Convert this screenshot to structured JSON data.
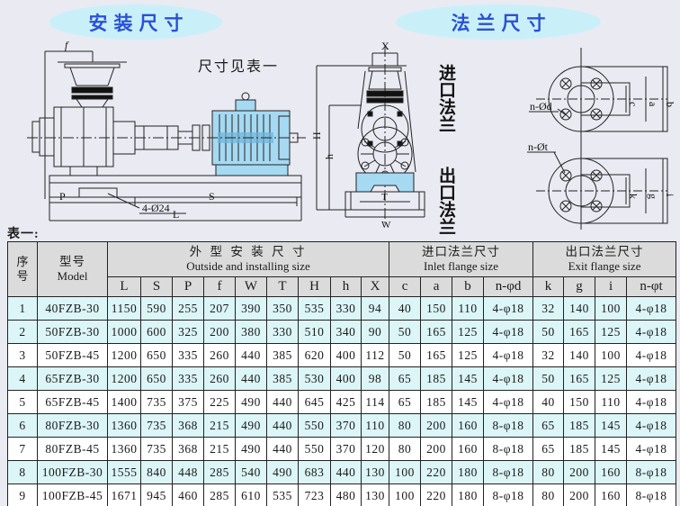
{
  "banners": {
    "left_label": "安装尺寸",
    "right_label": "法兰尺寸"
  },
  "drawing_notes": {
    "see_table": "尺寸见表一",
    "bolt_side": "4-Ø24"
  },
  "side_view": {
    "dims": {
      "f": "f",
      "P": "P",
      "S": "S",
      "L": "L"
    }
  },
  "front_view": {
    "dims": {
      "X": "X",
      "H": "H",
      "h": "h",
      "T": "T",
      "W": "W"
    }
  },
  "flanges": {
    "inlet": {
      "title": "进口法兰",
      "bolt_label": "n-Ød",
      "dims": [
        "c",
        "a",
        "b"
      ]
    },
    "outlet": {
      "title": "出口法兰",
      "bolt_label": "n-Øt",
      "dims": [
        "k",
        "g",
        "i"
      ]
    }
  },
  "table": {
    "caption": "表一:",
    "header": {
      "no": "序号",
      "model_zh": "型号",
      "model_en": "Model",
      "outside_zh": "外 型 安 装 尺 寸",
      "outside_en": "Outside and installing size",
      "inlet_zh": "进口法兰尺寸",
      "inlet_en": "Inlet flange size",
      "exit_zh": "出口法兰尺寸",
      "exit_en": "Exit flange size",
      "outside_cols": [
        "L",
        "S",
        "P",
        "f",
        "W",
        "T",
        "H",
        "h",
        "X"
      ],
      "inlet_cols": [
        "c",
        "a",
        "b",
        "n-φd"
      ],
      "exit_cols": [
        "k",
        "g",
        "i",
        "n-φt"
      ]
    },
    "rows": [
      {
        "no": "1",
        "model": "40FZB-30",
        "shaded": true,
        "values": [
          "1150",
          "590",
          "255",
          "207",
          "390",
          "350",
          "535",
          "330",
          "94",
          "40",
          "150",
          "110",
          "4-φ18",
          "32",
          "140",
          "100",
          "4-φ18"
        ]
      },
      {
        "no": "2",
        "model": "50FZB-30",
        "shaded": true,
        "values": [
          "1000",
          "600",
          "325",
          "200",
          "380",
          "330",
          "510",
          "340",
          "90",
          "50",
          "165",
          "125",
          "4-φ18",
          "50",
          "165",
          "125",
          "4-φ18"
        ]
      },
      {
        "no": "3",
        "model": "50FZB-45",
        "shaded": false,
        "values": [
          "1200",
          "650",
          "335",
          "260",
          "440",
          "385",
          "620",
          "400",
          "112",
          "50",
          "165",
          "125",
          "4-φ18",
          "32",
          "140",
          "100",
          "4-φ18"
        ]
      },
      {
        "no": "4",
        "model": "65FZB-30",
        "shaded": true,
        "values": [
          "1200",
          "650",
          "335",
          "260",
          "440",
          "385",
          "530",
          "400",
          "98",
          "65",
          "185",
          "145",
          "4-φ18",
          "50",
          "165",
          "125",
          "4-φ18"
        ]
      },
      {
        "no": "5",
        "model": "65FZB-45",
        "shaded": false,
        "values": [
          "1400",
          "735",
          "375",
          "225",
          "490",
          "440",
          "645",
          "425",
          "114",
          "65",
          "185",
          "145",
          "4-φ18",
          "40",
          "150",
          "110",
          "4-φ18"
        ]
      },
      {
        "no": "6",
        "model": "80FZB-30",
        "shaded": true,
        "values": [
          "1360",
          "735",
          "368",
          "215",
          "490",
          "440",
          "550",
          "370",
          "110",
          "80",
          "200",
          "160",
          "8-φ18",
          "65",
          "185",
          "145",
          "4-φ18"
        ]
      },
      {
        "no": "7",
        "model": "80FZB-45",
        "shaded": false,
        "values": [
          "1360",
          "735",
          "368",
          "215",
          "490",
          "440",
          "550",
          "370",
          "120",
          "80",
          "200",
          "160",
          "8-φ18",
          "65",
          "185",
          "145",
          "4-φ18"
        ]
      },
      {
        "no": "8",
        "model": "100FZB-30",
        "shaded": true,
        "values": [
          "1555",
          "840",
          "448",
          "285",
          "540",
          "490",
          "683",
          "440",
          "130",
          "100",
          "220",
          "180",
          "8-φ18",
          "80",
          "200",
          "160",
          "8-φ18"
        ]
      },
      {
        "no": "9",
        "model": "100FZB-45",
        "shaded": false,
        "values": [
          "1671",
          "945",
          "460",
          "285",
          "610",
          "535",
          "723",
          "480",
          "130",
          "100",
          "220",
          "180",
          "8-φ18",
          "80",
          "200",
          "160",
          "8-φ18"
        ]
      }
    ]
  },
  "colors": {
    "page_bg": "#E9EAF2",
    "banner_fill": "#C9F0F8",
    "banner_text": "#2B50D8",
    "header_bg": "#DBDBDB",
    "row_shaded": "#DCF5F6",
    "row_plain": "#FFFFFF",
    "motor_blue": "#A6D9F2",
    "line": "#222222"
  }
}
